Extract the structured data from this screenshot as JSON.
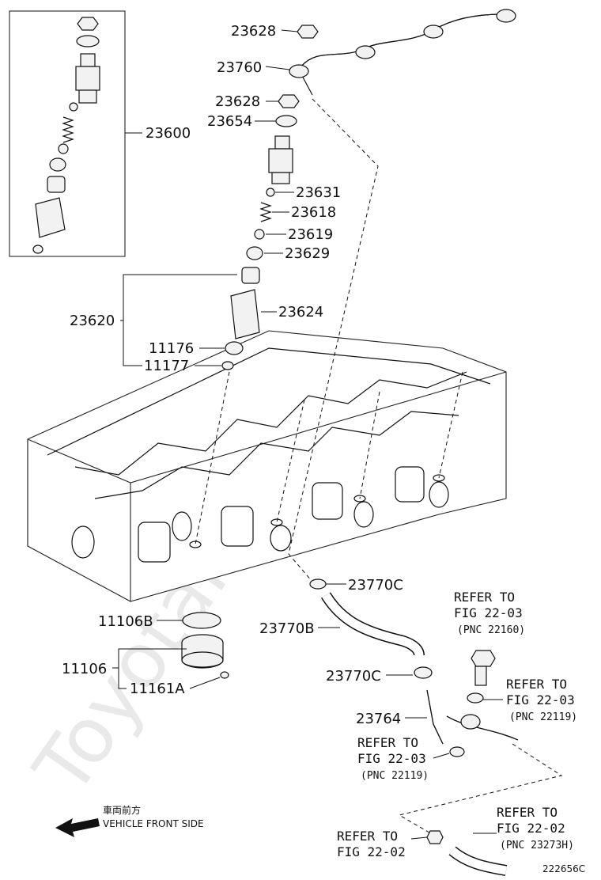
{
  "watermark": "ToyotaMine.ru",
  "parts": {
    "p23628a": "23628",
    "p23760": "23760",
    "p23628b": "23628",
    "p23654": "23654",
    "p23600": "23600",
    "p23631": "23631",
    "p23618": "23618",
    "p23619": "23619",
    "p23629": "23629",
    "p23620": "23620",
    "p23624": "23624",
    "p11176": "11176",
    "p11177": "11177",
    "p23770c_a": "23770C",
    "p23770b": "23770B",
    "p23770c_b": "23770C",
    "p23764": "23764",
    "p11106b": "11106B",
    "p11106": "11106",
    "p11161a": "11161A"
  },
  "refs": {
    "r1": {
      "line1": "REFER TO",
      "line2": "FIG 22-03",
      "pnc": "(PNC 22160)"
    },
    "r2": {
      "line1": "REFER TO",
      "line2": "FIG 22-03",
      "pnc": "(PNC 22119)"
    },
    "r3": {
      "line1": "REFER TO",
      "line2": "FIG 22-03",
      "pnc": "(PNC 22119)"
    },
    "r4": {
      "line1": "REFER TO",
      "line2": "FIG 22-02",
      "pnc": "(PNC 23273H)"
    },
    "r5": {
      "line1": "REFER TO",
      "line2": "FIG 22-02"
    }
  },
  "direction": {
    "jp": "車両前方",
    "en": "VEHICLE FRONT SIDE"
  },
  "figure_code": "222656C"
}
